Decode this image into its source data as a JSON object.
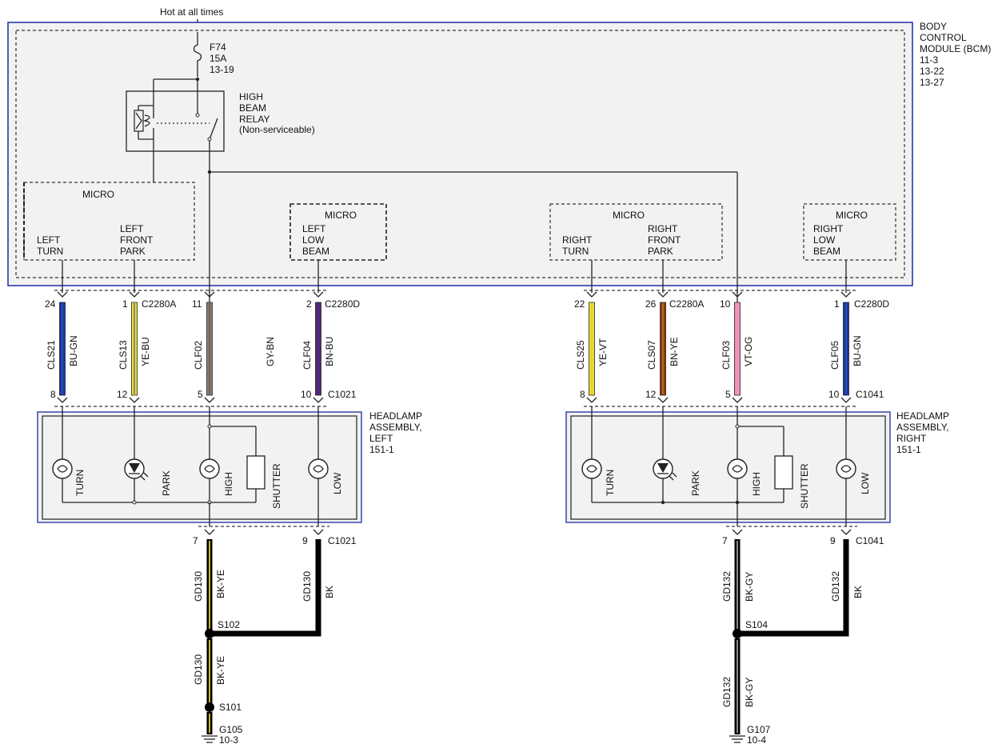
{
  "top": {
    "hot_label": "Hot at all times"
  },
  "bcm": {
    "title": [
      "BODY",
      "CONTROL",
      "MODULE (BCM)",
      "11-3",
      "13-22",
      "13-27"
    ],
    "fuse": [
      "F74",
      "15A",
      "13-19"
    ],
    "relay": [
      "HIGH",
      "BEAM",
      "RELAY",
      "(Non-serviceable)"
    ],
    "micro_label": "MICRO",
    "micro1": {
      "left": [
        "LEFT",
        "TURN"
      ],
      "right": [
        "LEFT",
        "FRONT",
        "PARK"
      ]
    },
    "micro2": [
      "LEFT",
      "LOW",
      "BEAM"
    ],
    "micro3": {
      "left": [
        "RIGHT",
        "TURN"
      ],
      "right": [
        "RIGHT",
        "FRONT",
        "PARK"
      ]
    },
    "micro4": [
      "RIGHT",
      "LOW",
      "BEAM"
    ]
  },
  "wires": [
    {
      "top_pin": "24",
      "bottom_pin": "8",
      "circuit": "CLS21",
      "color": "BU-GN",
      "hex": "#1a2fbf",
      "stripe": "#2a8a3a"
    },
    {
      "top_pin": "1",
      "bottom_pin": "12",
      "circuit": "CLS13",
      "color": "YE-BU",
      "hex": "#ece030",
      "stripe": "#1a2fbf"
    },
    {
      "top_pin": "11",
      "bottom_pin": "5",
      "circuit": "CLF02",
      "color": "GY-BN",
      "hex": "#8a8080",
      "stripe": "#6a3a20"
    },
    {
      "top_pin": "2",
      "bottom_pin": "10",
      "circuit": "CLF04",
      "color": "BN-BU",
      "hex": "#5a2a6a",
      "stripe": "#1a2fbf"
    },
    {
      "top_pin": "22",
      "bottom_pin": "8",
      "circuit": "CLS25",
      "color": "YE-VT",
      "hex": "#ece030",
      "stripe": "#d8c030"
    },
    {
      "top_pin": "26",
      "bottom_pin": "12",
      "circuit": "CLS07",
      "color": "BN-YE",
      "hex": "#8a3a10",
      "stripe": "#e8a020"
    },
    {
      "top_pin": "10",
      "bottom_pin": "5",
      "circuit": "CLF03",
      "color": "VT-OG",
      "hex": "#f090b8",
      "stripe": "#f0a0c0"
    },
    {
      "top_pin": "1",
      "bottom_pin": "10",
      "circuit": "CLF05",
      "color": "BU-GN",
      "hex": "#1a2fbf",
      "stripe": "#2a8a3a"
    }
  ],
  "connectors": {
    "c2280a_l": "C2280A",
    "c2280d_l": "C2280D",
    "c1021": "C1021",
    "c2280a_r": "C2280A",
    "c2280d_r": "C2280D",
    "c1041": "C1041"
  },
  "headlamp_left": {
    "title": [
      "HEADLAMP",
      "ASSEMBLY,",
      "LEFT",
      "151-1"
    ],
    "lamps": [
      "TURN",
      "PARK",
      "HIGH",
      "SHUTTER",
      "LOW"
    ]
  },
  "headlamp_right": {
    "title": [
      "HEADLAMP",
      "ASSEMBLY,",
      "RIGHT",
      "151-1"
    ],
    "lamps": [
      "TURN",
      "PARK",
      "HIGH",
      "SHUTTER",
      "LOW"
    ]
  },
  "grounds_left": {
    "pin_a": "7",
    "pin_b": "9",
    "connector": "C1021",
    "wire_a": {
      "circuit": "GD130",
      "color": "BK-YE"
    },
    "wire_b": {
      "circuit": "GD130",
      "color": "BK"
    },
    "splice": "S102",
    "wire_c": {
      "circuit": "GD130",
      "color": "BK-YE"
    },
    "splice2": "S101",
    "ground": [
      "G105",
      "10-3"
    ]
  },
  "grounds_right": {
    "pin_a": "7",
    "pin_b": "9",
    "connector": "C1041",
    "wire_a": {
      "circuit": "GD132",
      "color": "BK-GY"
    },
    "wire_b": {
      "circuit": "GD132",
      "color": "BK"
    },
    "splice": "S104",
    "wire_c": {
      "circuit": "GD132",
      "color": "BK-GY"
    },
    "ground": [
      "G107",
      "10-4"
    ]
  }
}
